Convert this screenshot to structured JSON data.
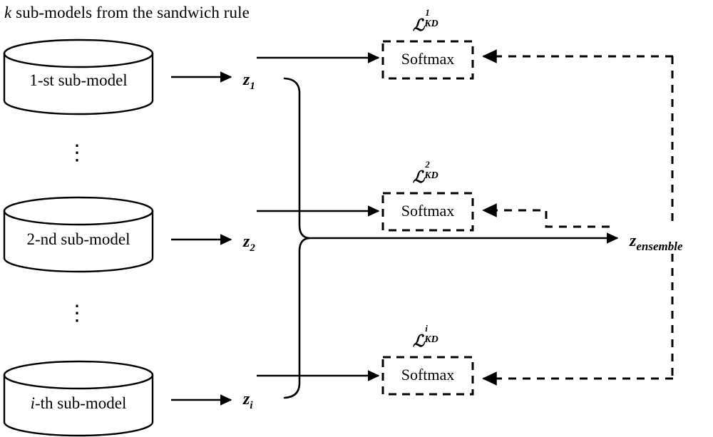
{
  "figure": {
    "title_prefix": "k",
    "title_rest": " sub-models from the sandwich rule",
    "stroke_color": "#000000",
    "background_color": "#ffffff"
  },
  "submodels": [
    {
      "name": "1-st sub-model",
      "italic_part": "",
      "plain_part": "1-st sub-model",
      "logit_base": "z",
      "logit_sub": "1"
    },
    {
      "name": "2-nd sub-model",
      "italic_part": "",
      "plain_part": "2-nd sub-model",
      "logit_base": "z",
      "logit_sub": "2"
    },
    {
      "name": "i-th sub-model",
      "italic_part": "i",
      "plain_part": "-th sub-model",
      "logit_base": "z",
      "logit_sub": "i"
    }
  ],
  "ellipses": [
    {
      "glyph": "⋮"
    },
    {
      "glyph": "⋮"
    }
  ],
  "softmax_blocks": [
    {
      "label": "Softmax",
      "loss_symbol": "ℒ",
      "loss_superscript": "1",
      "loss_subscript": "KD"
    },
    {
      "label": "Softmax",
      "loss_symbol": "ℒ",
      "loss_superscript": "2",
      "loss_subscript": "KD"
    },
    {
      "label": "Softmax",
      "loss_symbol": "ℒ",
      "loss_superscript": "i",
      "loss_subscript": "KD"
    }
  ],
  "ensemble": {
    "base": "z",
    "subscript": "ensemble"
  },
  "edges": {
    "solid_arrow_name": "solid-arrow",
    "dashed_arrow_name": "dashed-feedback-arrow",
    "brace_name": "aggregation-brace"
  }
}
